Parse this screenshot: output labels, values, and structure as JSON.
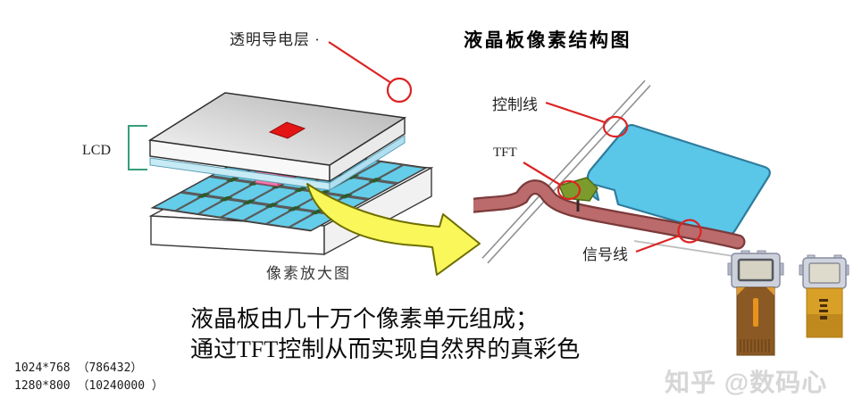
{
  "title": "液晶板像素结构图",
  "labels": {
    "transparent_layer": "透明导电层 ·",
    "lcd": "LCD",
    "control_line": "控制线",
    "tft": "TFT",
    "signal_line": "信号线",
    "pixel_zoom": "像素放大图"
  },
  "main_text": {
    "line1": "液晶板由几十万个像素单元组成；",
    "line2": "通过TFT控制从而实现自然界的真彩色"
  },
  "resolutions": {
    "line1": "1024*768 （786432）",
    "line2": "1280*800 （10240000 ）"
  },
  "watermark": "知乎 @数码心",
  "colors": {
    "callout_red": "#dc2323",
    "pixel_cell": "#63cdea",
    "grid_dark": "#5a5a5a",
    "dot_green": "#2c5a2c",
    "electrode_blue": "#5ac6e8",
    "signal_maroon": "#bb6b6b",
    "tft_green": "#7d9b2c",
    "arrow_yellow": "#f9f75a",
    "bracket_green": "#369e78",
    "highlight_pink": "#f17ba6",
    "red_square": "#e31515"
  }
}
